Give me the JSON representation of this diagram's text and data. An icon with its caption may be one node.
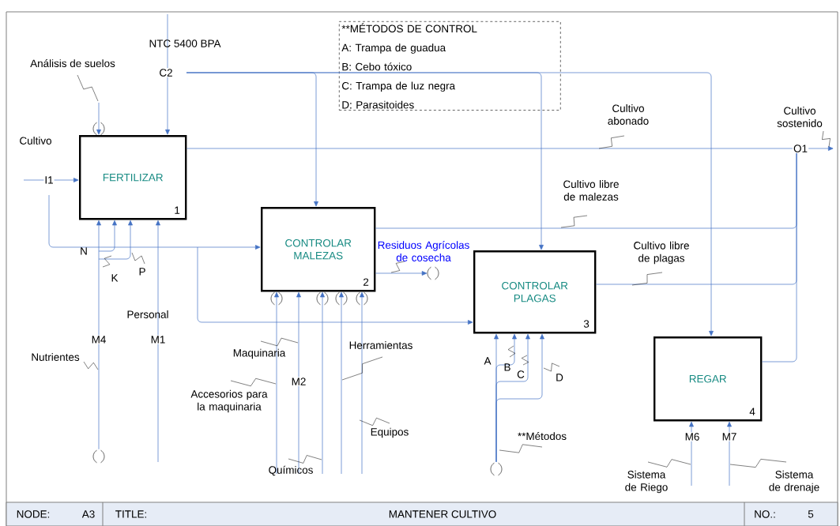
{
  "diagram": {
    "nodes": [
      {
        "text": [
          "FERTILIZAR",
          "1"
        ]
      },
      {
        "text": [
          "CONTROLAR MALEZAS",
          "2"
        ]
      },
      {
        "text": [
          "CONTROLAR PLAGAS",
          "3"
        ]
      },
      {
        "text": [
          "REGAR",
          "4"
        ]
      },
      {
        "text": [
          "**MÉTODOS DE CONTROL",
          "A: Trampa de guadua",
          "B: Cebo tóxico",
          "C: Trampa de luz negra",
          "D: Parasitoides"
        ]
      },
      {
        "text": [],
        "shape": "parentheses"
      },
      {
        "text": [],
        "shape": "parentheses"
      },
      {
        "text": [],
        "shape": "parentheses"
      },
      {
        "text": [
          "O1"
        ]
      }
    ],
    "edges": [
      {
        "from": null,
        "to": 0,
        "arrow": "to",
        "label": "Cultivo"
      },
      {
        "from": null,
        "to": 1,
        "arrow": "to"
      },
      {
        "from": null,
        "to": 2,
        "arrow": "to"
      },
      {
        "from": null,
        "to": 0,
        "arrow": "to",
        "label": "Análisis de suelos"
      },
      {
        "from": null,
        "to": 0,
        "arrow": "to",
        "label": "NTC 5400 BPA"
      },
      {
        "from": null,
        "to": 1,
        "arrow": "to"
      },
      {
        "from": null,
        "to": 2,
        "arrow": "to"
      },
      {
        "from": null,
        "to": 3,
        "arrow": "to"
      },
      {
        "from": 5,
        "to": 0,
        "arrow": "to",
        "label": "Nutrientes"
      },
      {
        "from": null,
        "to": 0,
        "arrow": "to",
        "label": "K"
      },
      {
        "from": null,
        "to": 0,
        "arrow": "to",
        "label": "P"
      },
      {
        "from": null,
        "to": 0,
        "arrow": "to",
        "label": "Personal"
      },
      {
        "from": null,
        "to": 1,
        "arrow": "to",
        "label": "Accesorios para la maquinaria"
      },
      {
        "from": null,
        "to": 1,
        "arrow": "to",
        "label": "Maquinaria"
      },
      {
        "from": null,
        "to": 1,
        "arrow": "to",
        "label": "Químicos"
      },
      {
        "from": null,
        "to": 1,
        "arrow": "to",
        "label": "Herramientas"
      },
      {
        "from": null,
        "to": 1,
        "arrow": "to",
        "label": "Equipos"
      },
      {
        "from": 1,
        "to": 6,
        "arrow": "to",
        "label": "Residuos Agrícolas de cosecha"
      },
      {
        "from": 7,
        "to": 2,
        "arrow": "to",
        "label": "**Métodos"
      },
      {
        "from": 7,
        "to": 2,
        "arrow": "to",
        "label": "B"
      },
      {
        "from": 7,
        "to": 2,
        "arrow": "to",
        "label": "C"
      },
      {
        "from": 7,
        "to": 2,
        "arrow": "to",
        "label": "D"
      },
      {
        "from": null,
        "to": 3,
        "arrow": "to",
        "label": "Sistema de Riego"
      },
      {
        "from": null,
        "to": 3,
        "arrow": "to",
        "label": "Sistema de drenaje"
      },
      {
        "from": 0,
        "to": 8,
        "arrow": "none",
        "label": "Cultivo abonado"
      },
      {
        "from": 1,
        "to": 8,
        "arrow": "none",
        "label": "Cultivo libre de malezas"
      },
      {
        "from": 2,
        "to": 8,
        "arrow": "none",
        "label": "Cultivo libre de plagas"
      },
      {
        "from": 3,
        "to": 8,
        "arrow": "none"
      },
      {
        "from": 8,
        "to": null,
        "arrow": "to",
        "label": "Cultivo sostenido"
      }
    ],
    "labels": [
      "C2",
      "I1",
      "N",
      "M4",
      "M1",
      "M2",
      "A",
      "M6",
      "M7",
      "NODE:",
      "A3",
      "TITLE:",
      "MANTENER CULTIVO",
      "NO.:",
      "5"
    ]
  }
}
